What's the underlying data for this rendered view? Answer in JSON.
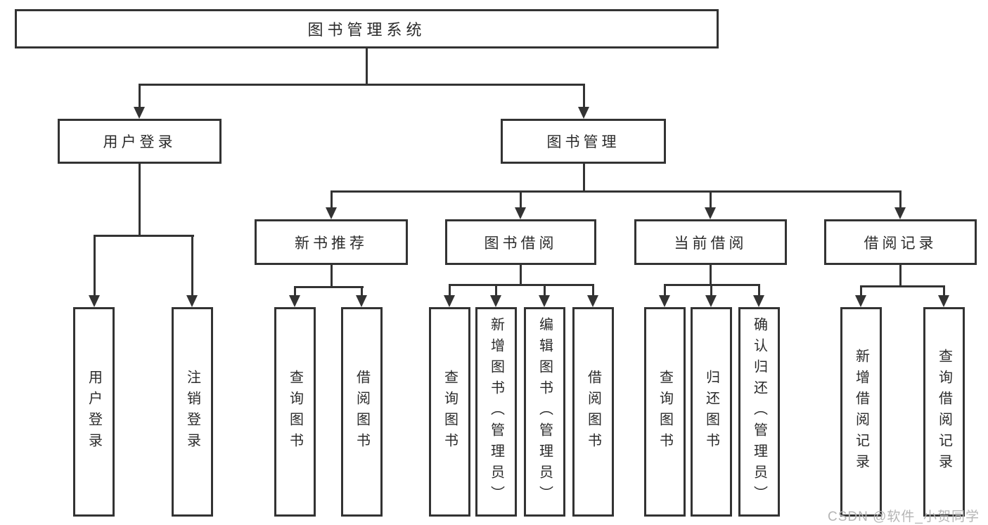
{
  "tree": {
    "root": {
      "label": "图书管理系统"
    },
    "level2": [
      {
        "label": "用户登录"
      },
      {
        "label": "图书管理"
      }
    ],
    "level3": [
      {
        "label": "新书推荐"
      },
      {
        "label": "图书借阅"
      },
      {
        "label": "当前借阅"
      },
      {
        "label": "借阅记录"
      }
    ],
    "leaves": {
      "user_login": [
        {
          "label": "用户登录"
        },
        {
          "label": "注销登录"
        }
      ],
      "new_book_recommend": [
        {
          "label": "查询图书"
        },
        {
          "label": "借阅图书"
        }
      ],
      "book_borrow": [
        {
          "label": "查询图书"
        },
        {
          "label": "新增图书（管理员）"
        },
        {
          "label": "编辑图书（管理员）"
        },
        {
          "label": "借阅图书"
        }
      ],
      "current_borrow": [
        {
          "label": "查询图书"
        },
        {
          "label": "归还图书"
        },
        {
          "label": "确认归还（管理员）"
        }
      ],
      "borrow_record": [
        {
          "label": "新增借阅记录"
        },
        {
          "label": "查询借阅记录"
        }
      ]
    }
  },
  "watermark": {
    "text": "CSDN @软件_小贺同学"
  },
  "colors": {
    "line": "#333333",
    "border": "#333333",
    "text": "#2b2b2b",
    "watermark": "#b5b5b5",
    "background": "#ffffff"
  }
}
